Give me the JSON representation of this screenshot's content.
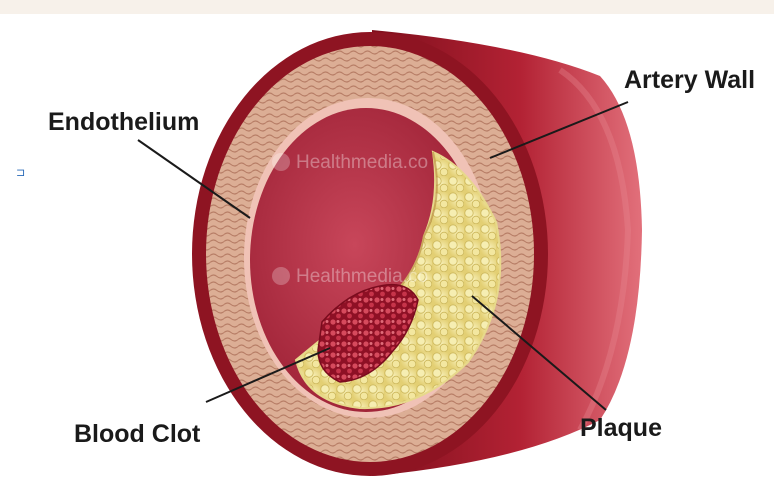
{
  "labels": {
    "artery_wall": "Artery Wall",
    "endothelium": "Endothelium",
    "blood_clot": "Blood Clot",
    "plaque": "Plaque"
  },
  "watermark": "Healthmedia.co",
  "colors": {
    "artery_outer": "#9c1826",
    "artery_wall_layer": "#d9a48a",
    "endothelium_lining": "#f2c7bd",
    "lumen": "#b83046",
    "plaque": "#efe39a",
    "blood_clot": "#a3132a",
    "leader_line": "#1a1a1a"
  }
}
